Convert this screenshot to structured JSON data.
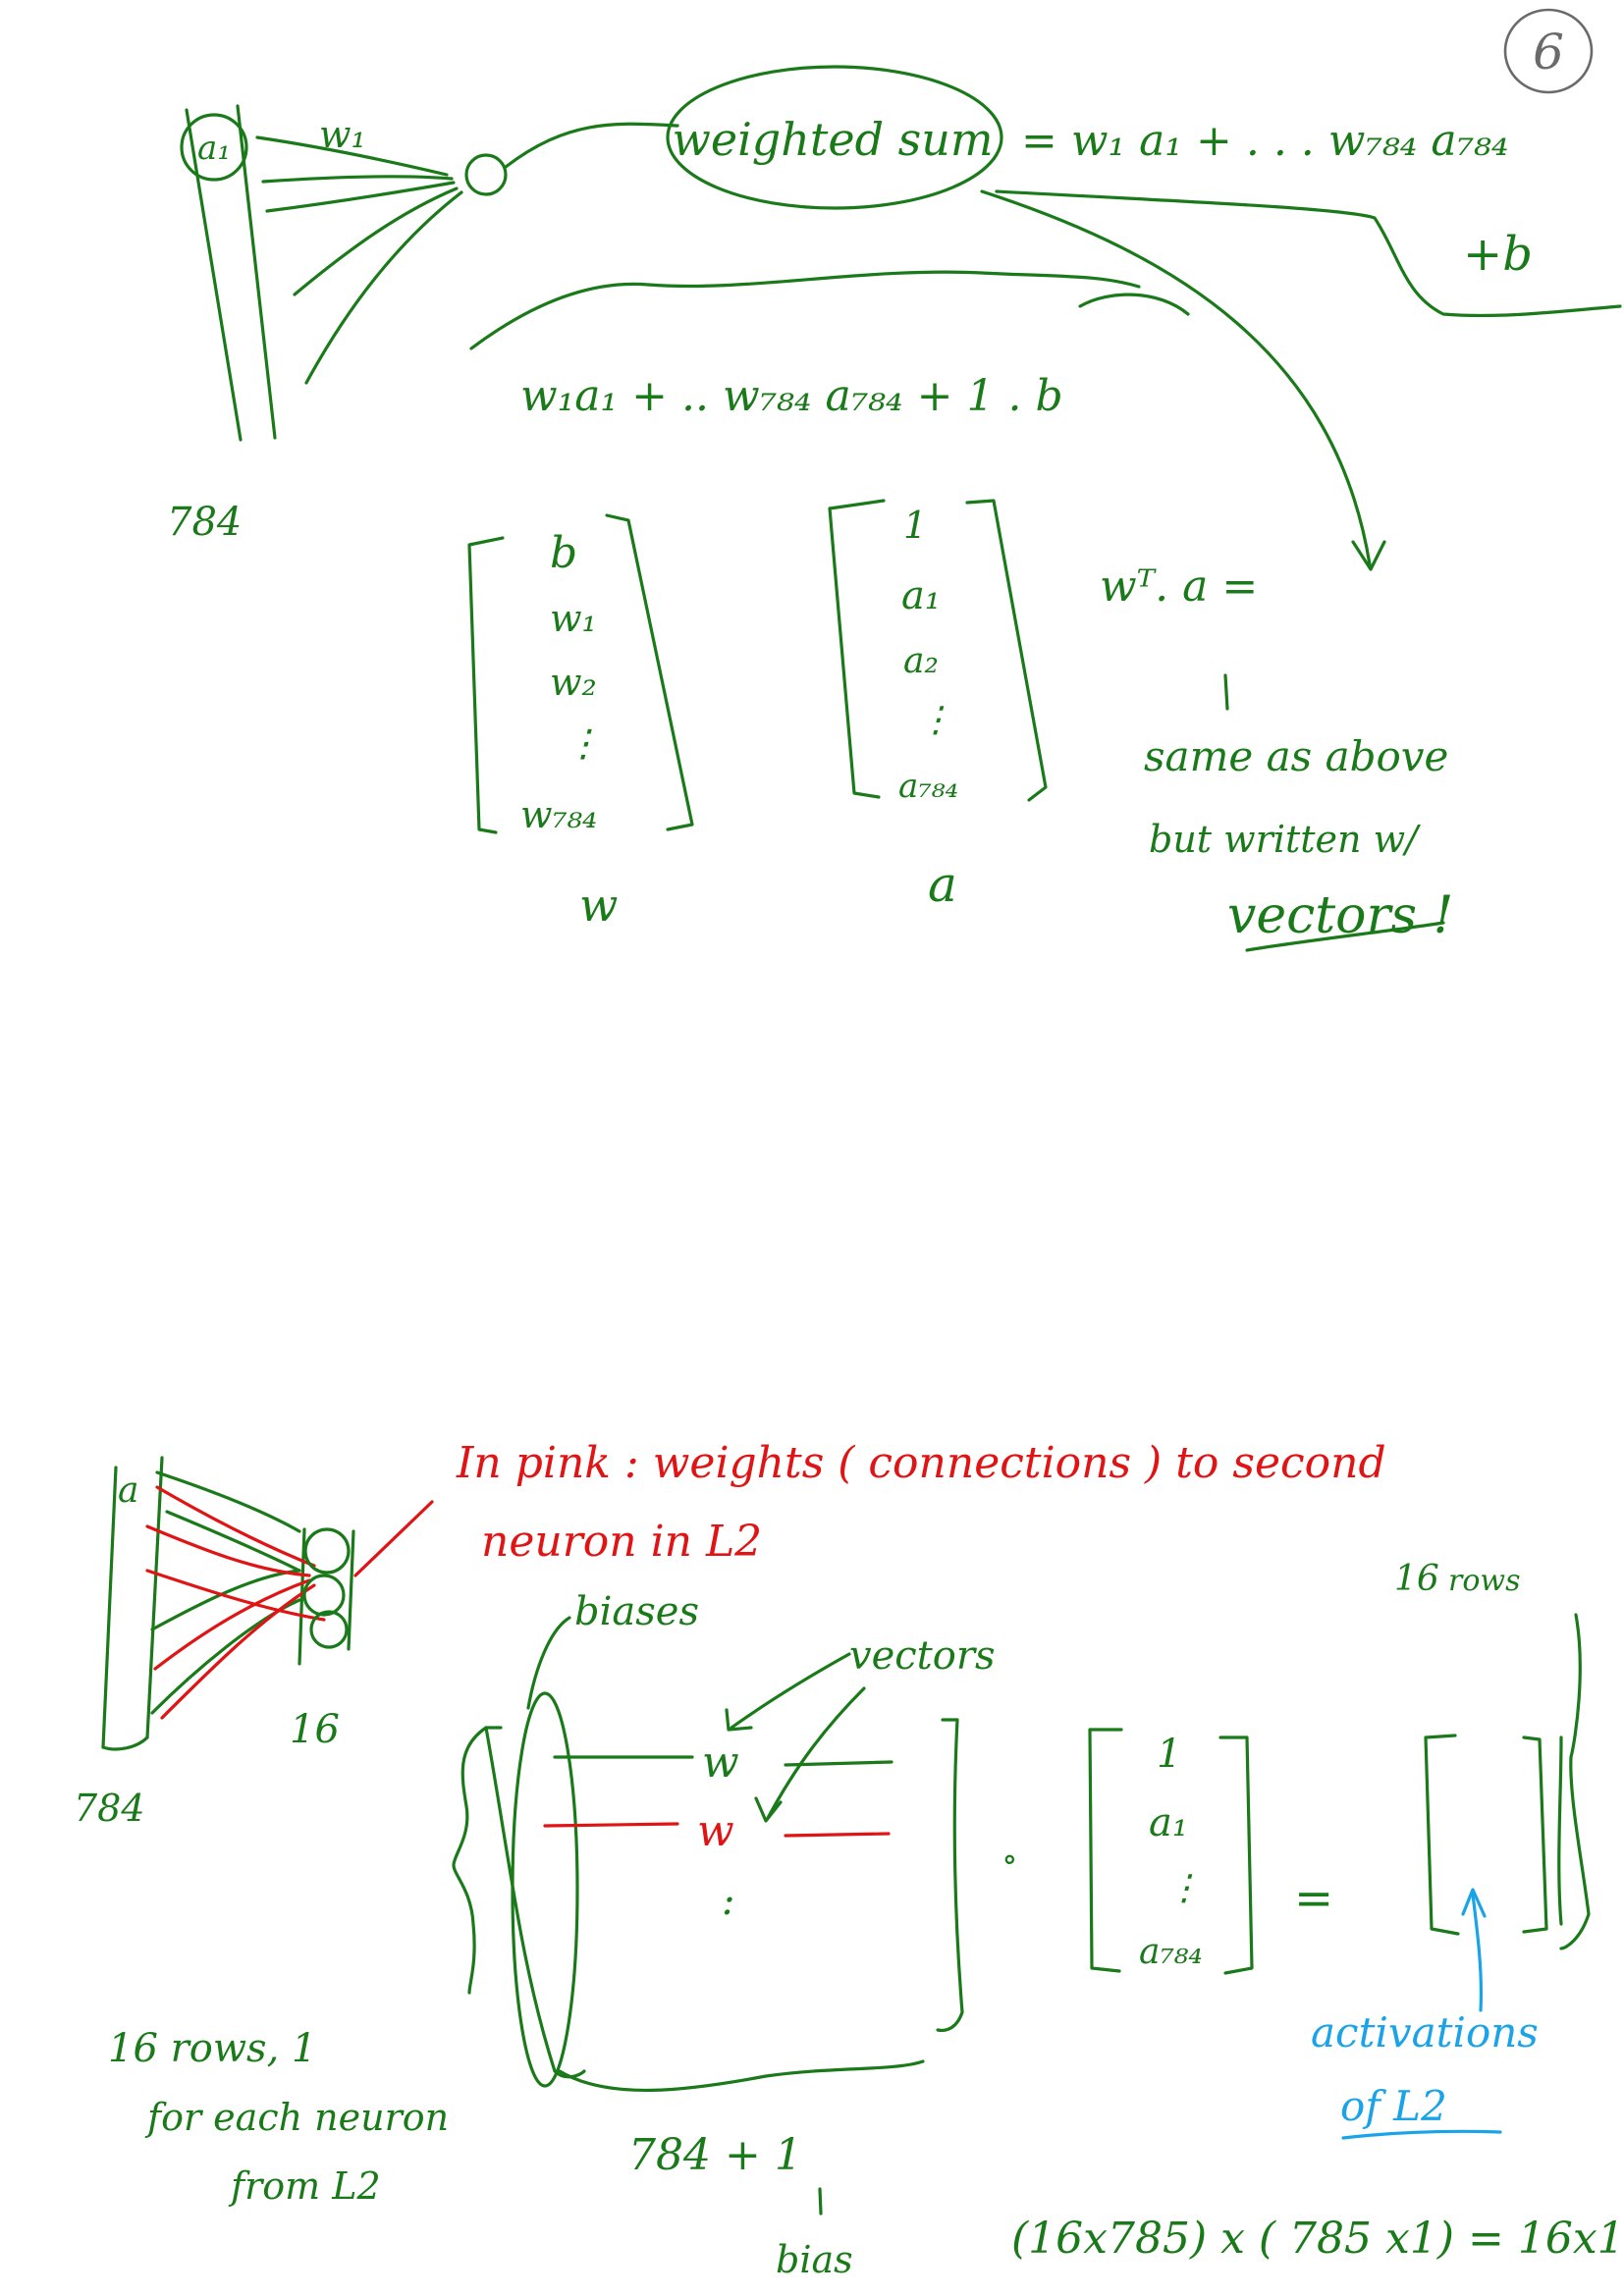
{
  "page_number": "6",
  "top": {
    "input_node": "a₁",
    "weight_label": "w₁",
    "layer_size": "784",
    "weighted_sum_label": "weighted sum",
    "sum_expansion": "= w₁ a₁ + . . . w₇₈₄ a₇₈₄",
    "plus_b": "+b",
    "expanded_formula": "w₁a₁ + .. w₇₈₄ a₇₈₄ + 1 . b",
    "vector_w": [
      "b",
      "w₁",
      "w₂",
      "⋮",
      "w₇₈₄"
    ],
    "vector_w_label": "w",
    "vector_a": [
      "1",
      "a₁",
      "a₂",
      "⋮",
      "a₇₈₄"
    ],
    "vector_a_label": "a",
    "dot_product": "wᵀ. a =",
    "note_line1": "same as above",
    "note_line2": "but written w/",
    "note_line3": "vectors !"
  },
  "bottom": {
    "red_note_line1": "In pink : weights ( connections ) to second",
    "red_note_line2": "neuron in L2",
    "input_node": "a",
    "layer_size_in": "784",
    "layer_size_out": "16",
    "biases_label": "biases",
    "vectors_label": "vectors",
    "matrix_rows": [
      "w",
      "w",
      ":"
    ],
    "rows_label": "16 rows",
    "dot": "∘",
    "vector_a": [
      "1",
      "a₁",
      "⋮",
      "a₇₈₄"
    ],
    "equals": "=",
    "activations_line1": "activations",
    "activations_line2": "of L2",
    "rows_note_line1": "16 rows, 1",
    "rows_note_line2": "for each neuron",
    "rows_note_line3": "from L2",
    "cols_label": "784 + 1",
    "bias_label": "bias",
    "dims_equation": "(16x785) x ( 785 x1) = 16x1"
  },
  "colors": {
    "ink_green": "#1a7a1a",
    "ink_red": "#e01414",
    "ink_blue": "#1aa3e8"
  }
}
